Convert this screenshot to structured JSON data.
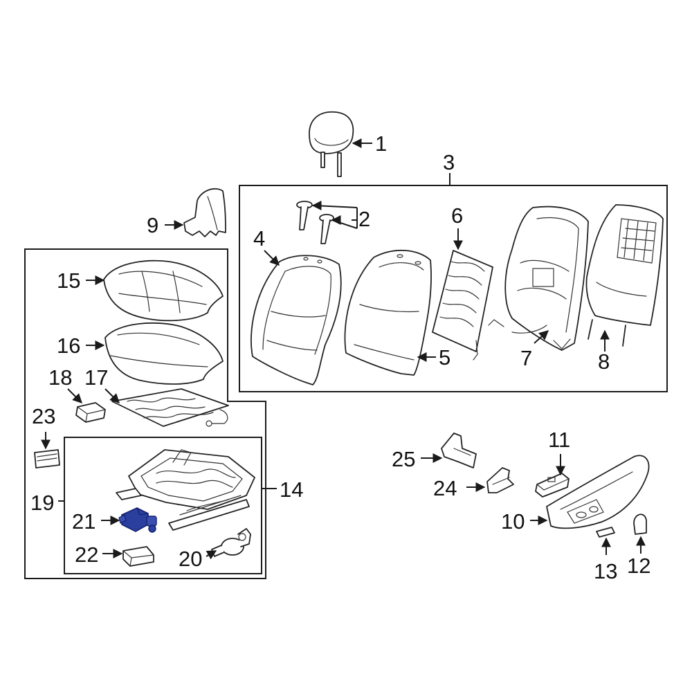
{
  "callouts": {
    "c1": "1",
    "c2": "2",
    "c3": "3",
    "c4": "4",
    "c5": "5",
    "c6": "6",
    "c7": "7",
    "c8": "8",
    "c9": "9",
    "c10": "10",
    "c11": "11",
    "c12": "12",
    "c13": "13",
    "c14": "14",
    "c15": "15",
    "c16": "16",
    "c17": "17",
    "c18": "18",
    "c19": "19",
    "c20": "20",
    "c21": "21",
    "c22": "22",
    "c23": "23",
    "c24": "24",
    "c25": "25"
  },
  "colors": {
    "highlight": "#2a3f9e",
    "line": "#1a1a1a",
    "background": "#ffffff"
  }
}
